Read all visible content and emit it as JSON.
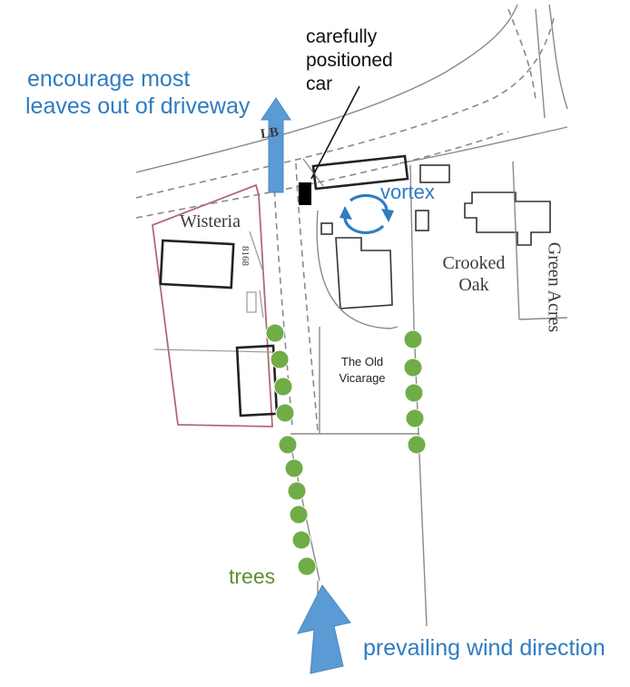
{
  "annotations": {
    "car_note": [
      "carefully",
      "positioned",
      "car"
    ],
    "driveway_note": [
      "encourage most",
      "leaves out of driveway"
    ],
    "vortex": "vortex",
    "trees": "trees",
    "wind": "prevailing wind direction"
  },
  "map_labels": {
    "wisteria": "Wisteria",
    "crooked_oak": [
      "Crooked",
      "Oak"
    ],
    "green_acres": "Green Acres",
    "old_vicarage": [
      "The Old",
      "Vicarage"
    ],
    "plot_number": "8168",
    "road_mark": "LB"
  },
  "colors": {
    "annotation_blue": "#2f7cc1",
    "arrow_blue": "#5b9bd5",
    "tree_green": "#70ad47",
    "boundary_red": "#b06a78",
    "map_line": "#777777"
  }
}
